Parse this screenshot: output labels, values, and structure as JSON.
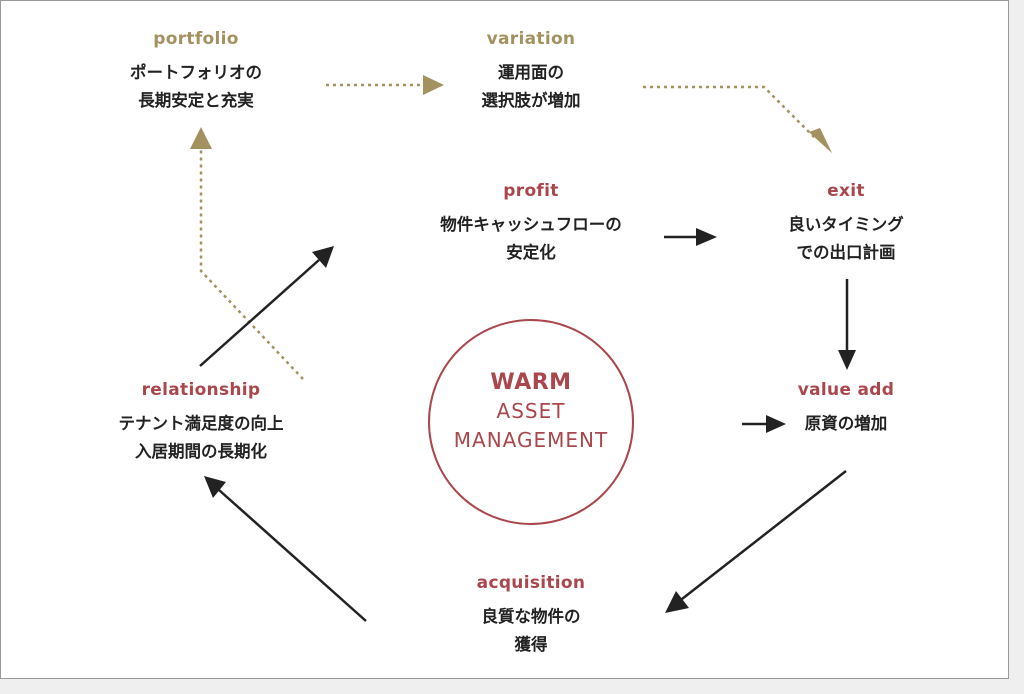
{
  "colors": {
    "gold": "#a3925f",
    "red": "#a9474c",
    "dark": "#222222"
  },
  "center": {
    "title": "WARM",
    "line2": "ASSET",
    "line3": "MANAGEMENT"
  },
  "nodes": {
    "portfolio": {
      "label": "portfolio",
      "line1": "ポートフォリオの",
      "line2": "長期安定と充実"
    },
    "variation": {
      "label": "variation",
      "line1": "運用面の",
      "line2": "選択肢が増加"
    },
    "profit": {
      "label": "profit",
      "line1": "物件キャッシュフローの",
      "line2": "安定化"
    },
    "exit": {
      "label": "exit",
      "line1": "良いタイミング",
      "line2": "での出口計画"
    },
    "value_add": {
      "label": "value add",
      "line1": "原資の増加"
    },
    "acquisition": {
      "label": "acquisition",
      "line1": "良質な物件の",
      "line2": "獲得"
    },
    "relationship": {
      "label": "relationship",
      "line1": "テナント満足度の向上",
      "line2": "入居期間の長期化"
    }
  }
}
